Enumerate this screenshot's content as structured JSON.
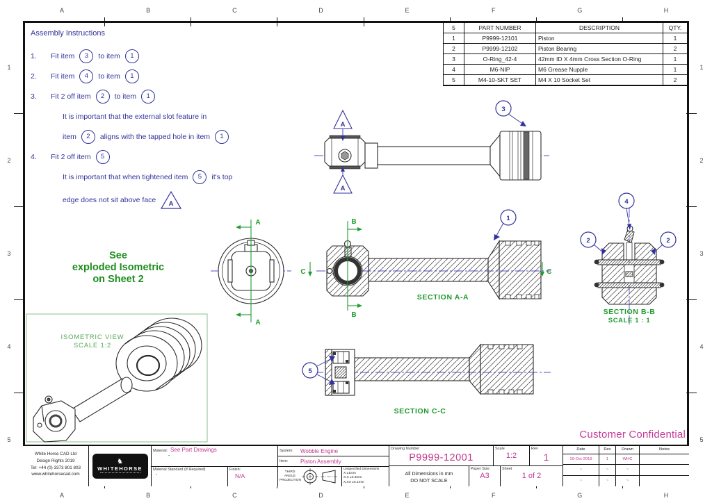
{
  "colors": {
    "annotation_blue": "#32329b",
    "section_green": "#1f9b2f",
    "magenta": "#c0398f",
    "confidential": "#c43a98"
  },
  "grid": {
    "cols": [
      "A",
      "B",
      "C",
      "D",
      "E",
      "F",
      "G",
      "H"
    ],
    "rows": [
      "1",
      "2",
      "3",
      "4",
      "5"
    ]
  },
  "parts_table": {
    "headers": [
      "5",
      "PART NUMBER",
      "DESCRIPTION",
      "QTY."
    ],
    "rows": [
      [
        "1",
        "P9999-12101",
        "Piston",
        "1"
      ],
      [
        "2",
        "P9999-12102",
        "Piston Bearing",
        "2"
      ],
      [
        "3",
        "O-Ring_42-4",
        "42mm ID X 4mm Cross Section O-Ring",
        "1"
      ],
      [
        "4",
        "M6-NIP",
        "M6 Grease Nupple",
        "1"
      ],
      [
        "5",
        "M4-10-SKT SET",
        "M4 X 10 Socket Set",
        "2"
      ]
    ]
  },
  "instructions": {
    "title": "Assembly Instructions",
    "step1": {
      "num": "1.",
      "t1": "Fit item",
      "b1": "3",
      "t2": "to item",
      "b2": "1"
    },
    "step2": {
      "num": "2.",
      "t1": "Fit item",
      "b1": "4",
      "t2": "to item",
      "b2": "1"
    },
    "step3": {
      "num": "3.",
      "t1": "Fit 2 off item",
      "b1": "2",
      "t2": "to item",
      "b2": "1"
    },
    "note3_line1": "It is important that the external slot feature in",
    "note3": {
      "t1": "item",
      "b1": "2",
      "t2": "aligns with the tapped hole in item",
      "b2": "1"
    },
    "step4": {
      "num": "4.",
      "t1": "Fit 2 off item",
      "b1": "5"
    },
    "note4": {
      "t1": "It is important that when tightened item",
      "b1": "5",
      "t2": "it's top"
    },
    "note5": {
      "t1": "edge does not sit above face"
    },
    "datum": "A"
  },
  "see_note": {
    "line1": "See",
    "line2": "exploded Isometric",
    "line3": "on Sheet 2"
  },
  "views": {
    "top": {
      "balloon": "3",
      "datum": "A"
    },
    "end": {
      "label": "A"
    },
    "section_aa": {
      "label": "SECTION A-A",
      "balloon": "1",
      "b_label": "B",
      "c_label": "C"
    },
    "section_bb": {
      "label": "SECTION B-B",
      "scale": "SCALE 1 : 1",
      "balloon_top": "4",
      "balloon_left": "2",
      "balloon_right": "2"
    },
    "section_cc": {
      "label": "SECTION C-C",
      "balloon": "5"
    },
    "isometric": {
      "title": "ISOMETRIC VIEW",
      "scale": "SCALE 1:2"
    }
  },
  "confidential": "Customer Confidential",
  "title_block": {
    "company": {
      "line1": "White Horse CAD Ltd",
      "line2": "Design Rights 2019",
      "line3": "Tel: +44 (0) 3373 801 803",
      "line4": "www.whitehorsecad.com"
    },
    "logo": {
      "name": "WHITEHORSE",
      "horse_icon": "horse-silhouette"
    },
    "material_label": "Material:",
    "material_value": "See Part Drawings",
    "material_dash": "-",
    "material_standard_label": "Material Standard (If Required)",
    "material_standard_value": "-",
    "finish_label": "Finish:",
    "finish_value": "N/A",
    "system_label": "System:",
    "system_value": "Wobble Engine",
    "item_label": "Item:",
    "item_value": "Piston Assembly",
    "projection_label": "THIRD ANGLE PROJECTION",
    "tolerances": {
      "title": "Unspecified Dimensions",
      "t1": "X ±1mm",
      "t2": "X.X ±0.3mm",
      "t3": "X.XX ±0.1mm"
    },
    "drawing_number_label": "Drawing Number",
    "drawing_number": "P9999-12001",
    "scale_label": "Scale",
    "scale_value": "1:2",
    "rev_label": "Rev",
    "rev_value": "1",
    "dims_note1": "All Dimensions in mm",
    "dims_note2": "DO NOT SCALE",
    "paper_label": "Paper Size",
    "paper_value": "A3",
    "sheet_label": "Sheet",
    "sheet_value": "1 of 2",
    "rev_table": {
      "headers": [
        "Date",
        "Rev",
        "Drawn",
        "Notes"
      ],
      "rows": [
        [
          "19-Oct-2019",
          "1",
          "WHC",
          ""
        ],
        [
          "~",
          "~",
          "~",
          ""
        ],
        [
          "~",
          "~",
          "~",
          ""
        ]
      ]
    }
  }
}
